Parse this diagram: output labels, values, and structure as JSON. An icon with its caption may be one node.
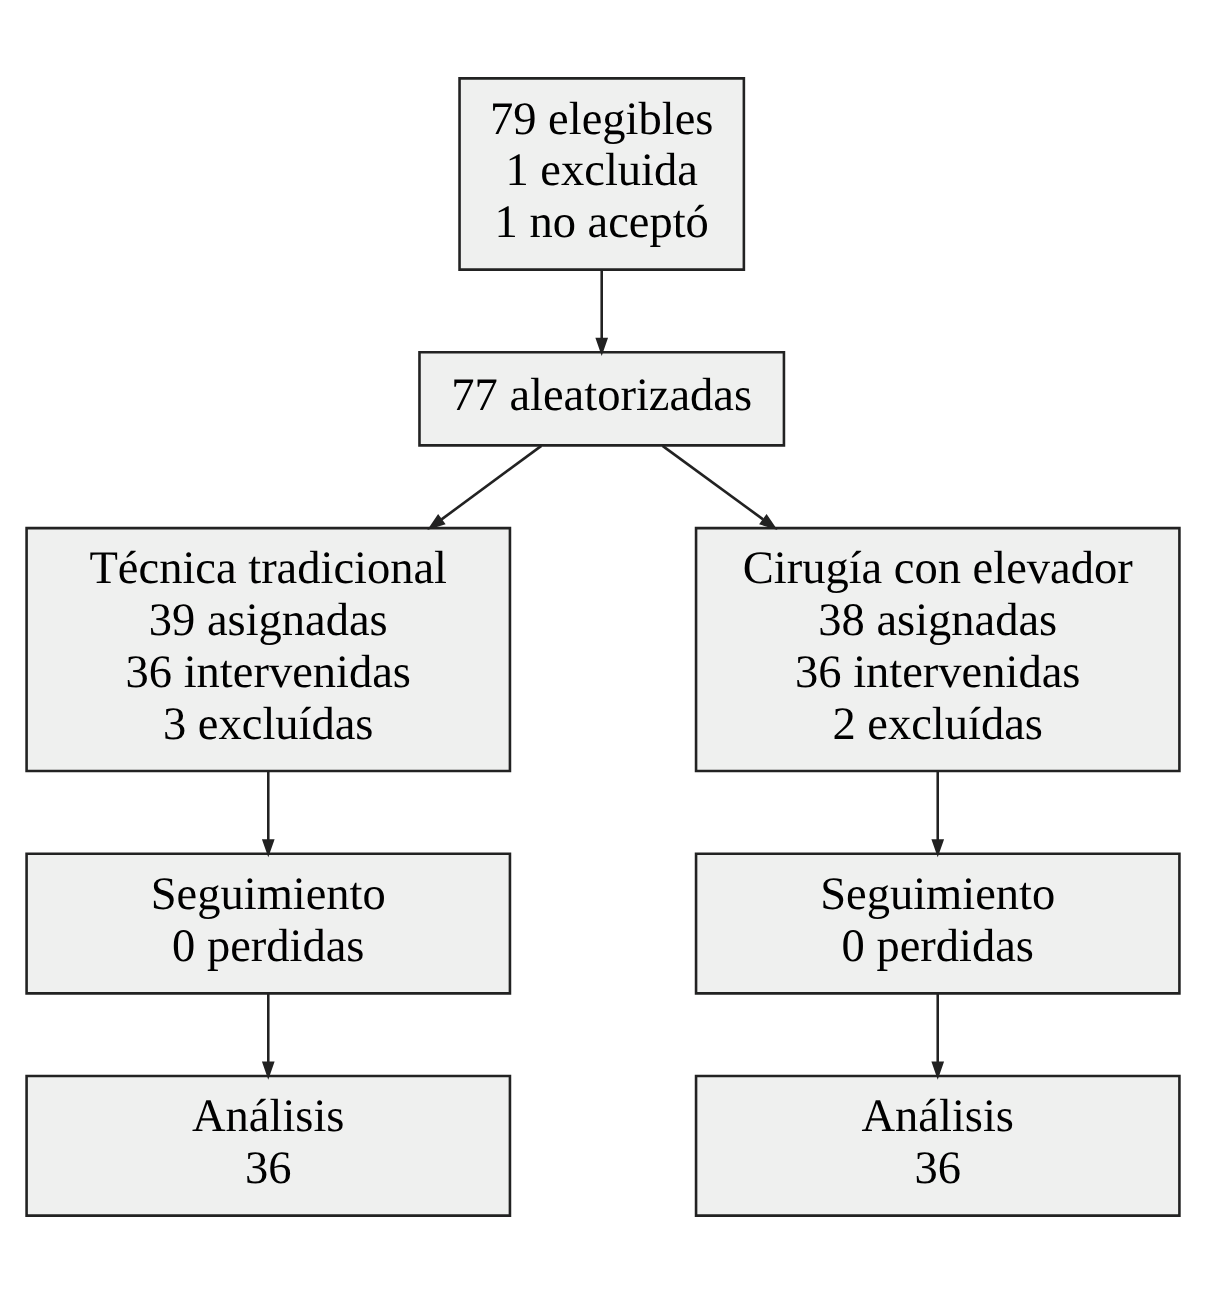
{
  "diagram": {
    "nodes": [
      {
        "text": [
          "79 elegibles",
          "1 excluida",
          "1 no aceptó"
        ]
      },
      {
        "text": [
          "77 aleatorizadas"
        ]
      },
      {
        "text": [
          "Técnica tradicional",
          "39 asignadas",
          "36 intervenidas",
          "3 excluídas"
        ]
      },
      {
        "text": [
          "Cirugía con elevador",
          "38 asignadas",
          "36 intervenidas",
          "2 excluídas"
        ]
      },
      {
        "text": [
          "Seguimiento",
          "0 perdidas"
        ]
      },
      {
        "text": [
          "Seguimiento",
          "0 perdidas"
        ]
      },
      {
        "text": [
          "Análisis",
          "36"
        ]
      },
      {
        "text": [
          "Análisis",
          "36"
        ]
      }
    ],
    "edges": [
      {
        "from": 0,
        "to": 1,
        "arrow": "to"
      },
      {
        "from": 1,
        "to": 2,
        "arrow": "to"
      },
      {
        "from": 1,
        "to": 3,
        "arrow": "to"
      },
      {
        "from": 2,
        "to": 4,
        "arrow": "to"
      },
      {
        "from": 3,
        "to": 5,
        "arrow": "to"
      },
      {
        "from": 4,
        "to": 6,
        "arrow": "to"
      },
      {
        "from": 5,
        "to": 7,
        "arrow": "to"
      }
    ]
  }
}
